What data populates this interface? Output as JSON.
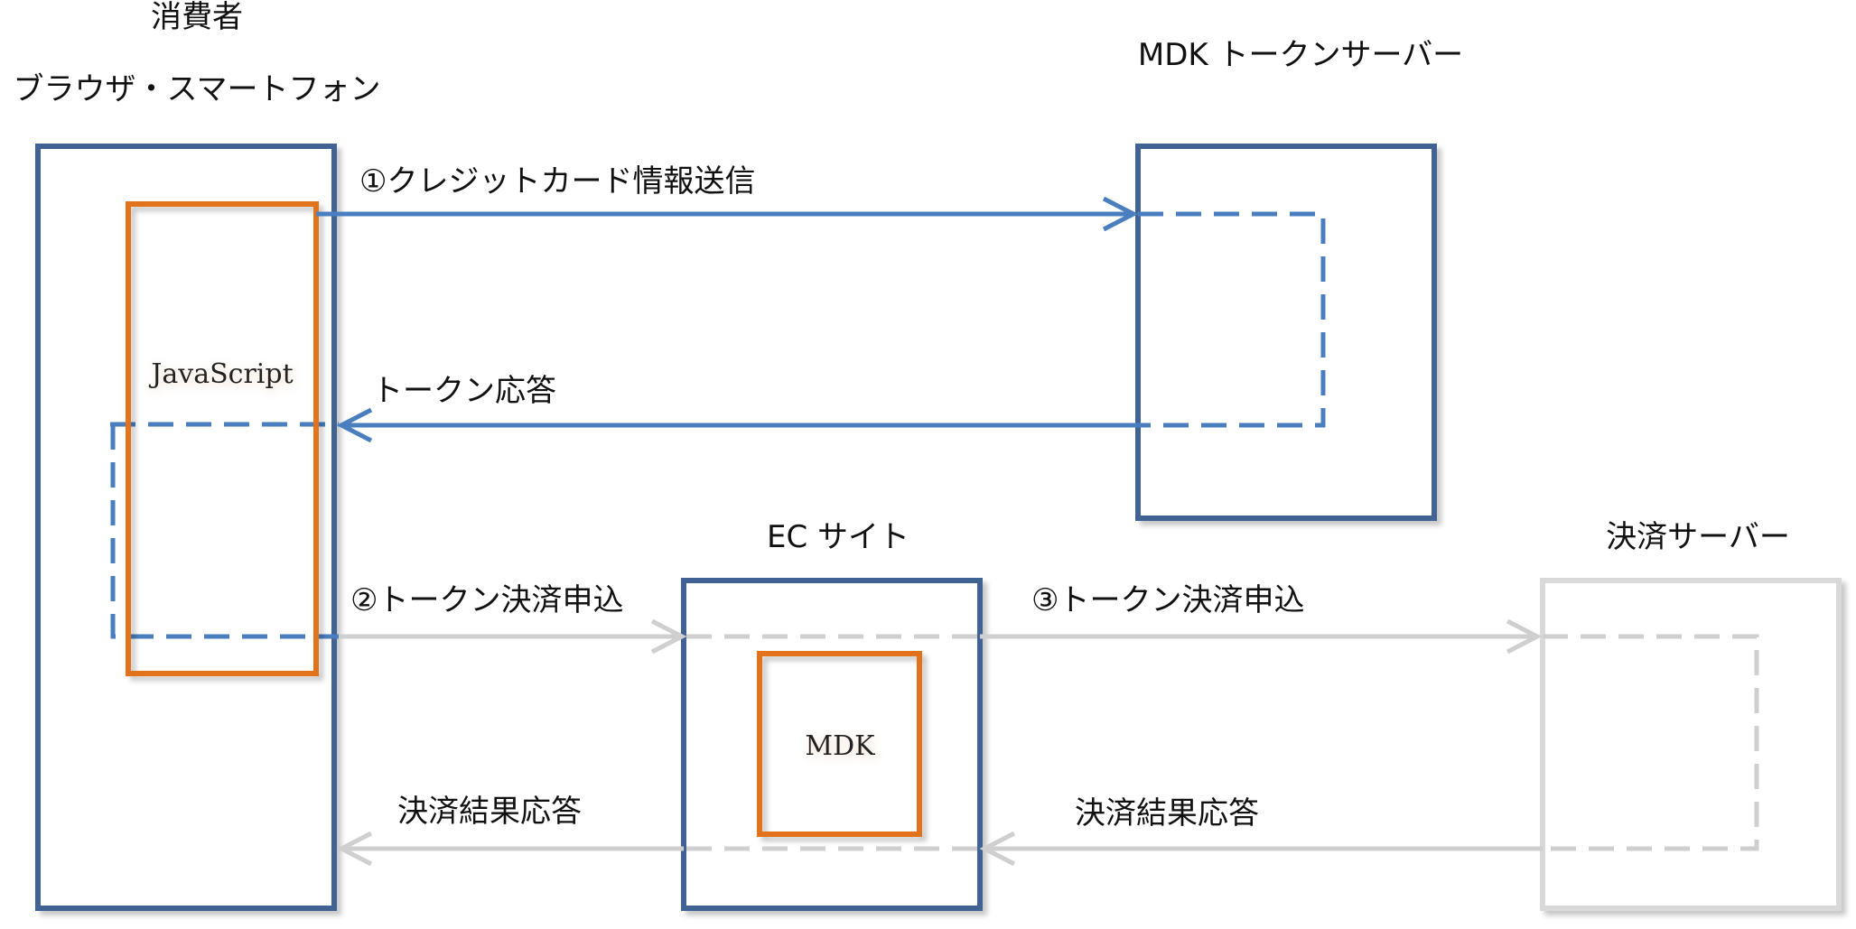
{
  "consumer": {
    "title": "消費者",
    "subtitle": "ブラウザ・スマートフォン",
    "component": "JavaScript"
  },
  "token_server": {
    "title": "MDK トークンサーバー"
  },
  "ec_site": {
    "title": "EC サイト",
    "component": "MDK"
  },
  "payment_server": {
    "title": "決済サーバー"
  },
  "flows": {
    "card_send": "①クレジットカード情報送信",
    "token_response": "トークン応答",
    "token_payment_request_2": "②トークン決済申込",
    "token_payment_request_3": "③トークン決済申込",
    "result_response_left": "決済結果応答",
    "result_response_right": "決済結果応答"
  },
  "colors": {
    "blue_box": "#3f6394",
    "blue_arrow": "#4a7ebf",
    "orange": "#e3721a",
    "gray": "#cfcfcf",
    "gray_box": "#d9d9d9"
  }
}
